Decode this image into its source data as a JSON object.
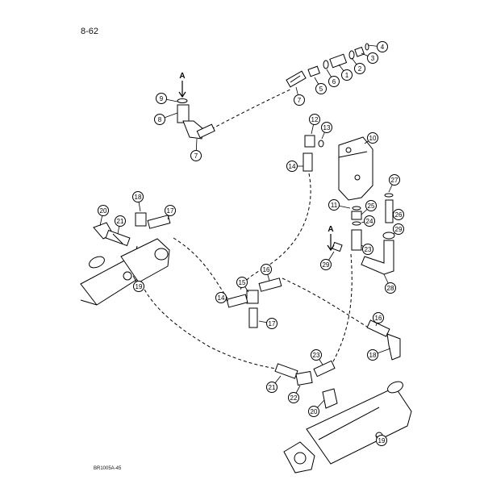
{
  "page_number": "8-62",
  "figure_code": "BR1005A-45",
  "section_markers": [
    "A",
    "A"
  ],
  "callouts": [
    "4",
    "3",
    "2",
    "1",
    "6",
    "5",
    "7",
    "9",
    "8",
    "7",
    "12",
    "13",
    "10",
    "14",
    "27",
    "11",
    "25",
    "24",
    "26",
    "29",
    "23",
    "29",
    "28",
    "18",
    "20",
    "17",
    "21",
    "19",
    "16",
    "15",
    "14",
    "17",
    "16",
    "18",
    "23",
    "21",
    "22",
    "20",
    "19"
  ]
}
